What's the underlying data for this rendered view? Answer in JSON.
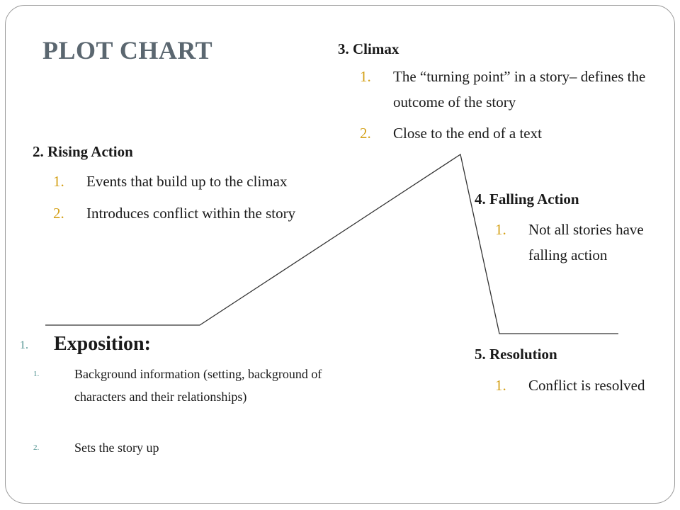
{
  "title": "PLOT CHART",
  "climax": {
    "heading": "3. Climax",
    "items": [
      {
        "num": "1.",
        "text": "The “turning point” in a story– defines the outcome of the story"
      },
      {
        "num": "2.",
        "text": "Close to the end of a text"
      }
    ]
  },
  "rising_action": {
    "heading": "2. Rising Action",
    "items": [
      {
        "num": "1.",
        "text": "Events that build up to the climax"
      },
      {
        "num": "2.",
        "text": "Introduces conflict within the story"
      }
    ]
  },
  "falling_action": {
    "heading": "4. Falling Action",
    "items": [
      {
        "num": "1.",
        "text": "Not all stories have falling action"
      }
    ]
  },
  "exposition": {
    "num": "1.",
    "heading": "Exposition:",
    "items": [
      {
        "num": "1.",
        "text": "Background information (setting, background of characters and their relationships)"
      },
      {
        "num": "2.",
        "text": "Sets the story up"
      }
    ]
  },
  "resolution": {
    "heading": "5. Resolution",
    "items": [
      {
        "num": "1.",
        "text": "Conflict is resolved"
      }
    ]
  },
  "colors": {
    "title": "#5b6770",
    "number_gold": "#d4a017",
    "number_teal": "#4a8f8c",
    "line": "#333333"
  }
}
